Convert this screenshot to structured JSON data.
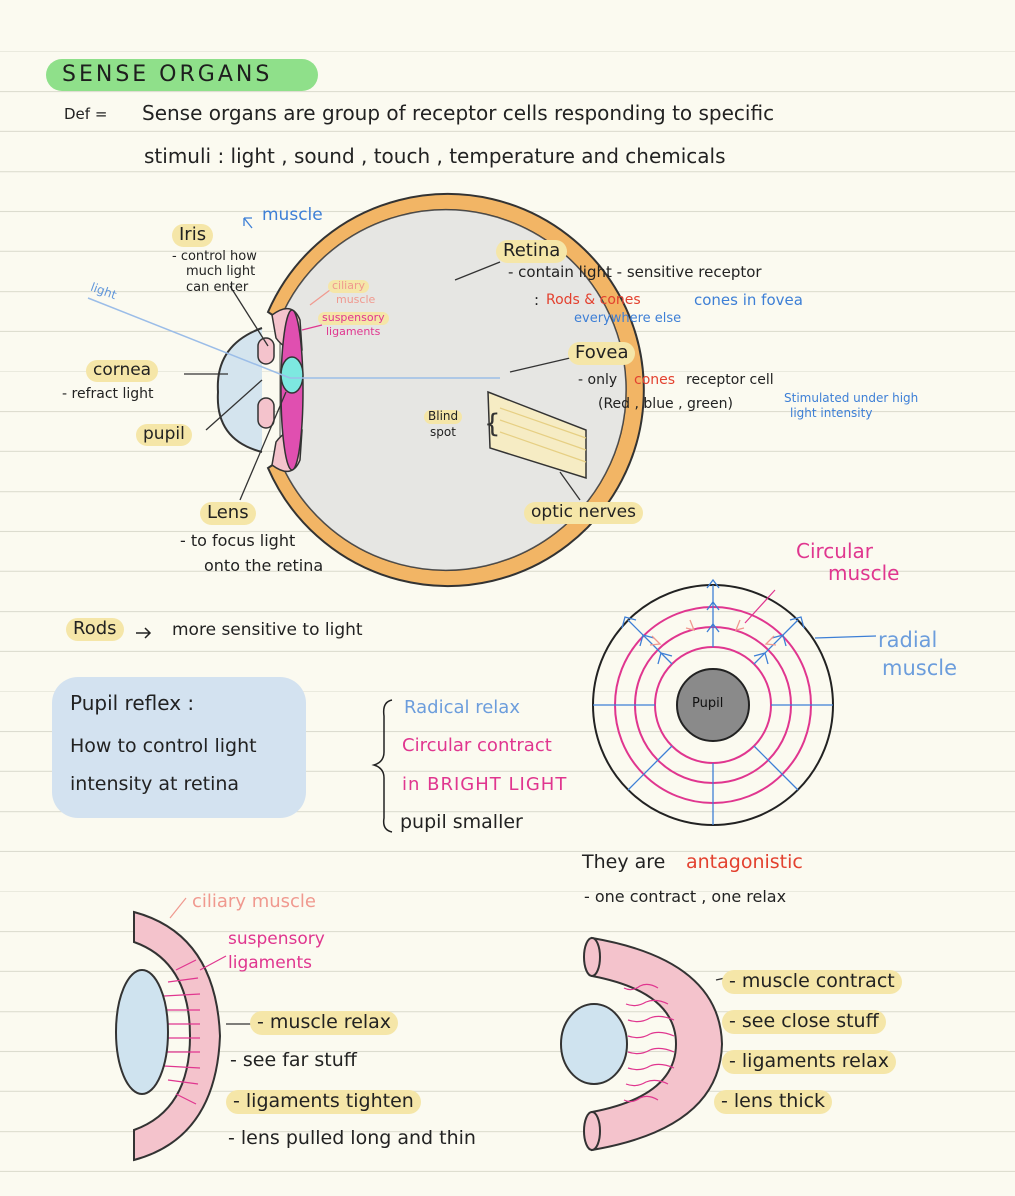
{
  "header": {
    "title": "SENSE ORGANS",
    "def_label": "Def =",
    "def_line1": "Sense organs are group of receptor cells responding to specific",
    "def_line2": "stimuli : light , sound , touch , temperature and chemicals"
  },
  "eye_diagram": {
    "iris": {
      "label": "Iris",
      "note": "muscle",
      "desc1": "- control how",
      "desc2": "much light",
      "desc3": "can enter"
    },
    "light_label": "light",
    "cornea": {
      "label": "cornea",
      "desc": "- refract light"
    },
    "pupil_label": "pupil",
    "ciliary1": "ciliary",
    "ciliary2": "muscle",
    "suspensory1": "suspensory",
    "suspensory2": "ligaments",
    "blind1": "Blind",
    "blind2": "spot",
    "retina": {
      "label": "Retina",
      "desc": "- contain light - sensitive receptor",
      "colon": ":",
      "rods_cones": "Rods & cones",
      "cones_fovea": "cones in fovea",
      "everywhere": "everywhere else"
    },
    "fovea": {
      "label": "Fovea",
      "desc_prefix": "- only",
      "desc_cones": "cones",
      "desc_suffix": "receptor cell",
      "colors": "(Red , blue , green)",
      "stim1": "Stimulated under high",
      "stim2": "light intensity"
    },
    "lens": {
      "label": "Lens",
      "desc1": "- to focus light",
      "desc2": "onto the retina"
    },
    "optic": "optic nerves"
  },
  "rods_note": {
    "label": "Rods",
    "text": "more sensitive to light"
  },
  "pupil_reflex": {
    "title": "Pupil reflex :",
    "line1": "How to control light",
    "line2": "intensity at retina",
    "bright1": "Radical relax",
    "bright2": "Circular contract",
    "bright3": "in BRIGHT LIGHT",
    "bright4": "pupil smaller"
  },
  "iris_diagram": {
    "circular1": "Circular",
    "circular2": "muscle",
    "radial1": "radial",
    "radial2": "muscle",
    "pupil": "Pupil",
    "antag_prefix": "They are",
    "antag_word": "antagonistic",
    "antag_desc": "- one contract , one relax"
  },
  "far_focus": {
    "ciliary": "ciliary muscle",
    "susp1": "suspensory",
    "susp2": "ligaments",
    "items": [
      "- muscle relax",
      "- see far stuff",
      "- ligaments tighten",
      "- lens pulled long and thin"
    ]
  },
  "near_focus": {
    "items": [
      "- muscle contract",
      "- see close stuff",
      "- ligaments relax",
      "- lens thick"
    ]
  },
  "colors": {
    "highlight_yellow": "#f5e6a8",
    "title_green": "#8fe08a",
    "reflex_blue": "#d3e2f0",
    "sclera_orange": "#f2b565",
    "ciliary_pink": "#f4c3cc",
    "lens_blue": "#cfe3ef",
    "pupil_teal": "#7de8e0",
    "magenta": "#e0368f",
    "pen_blue": "#3d7fd6",
    "pen_red": "#e3412f"
  }
}
